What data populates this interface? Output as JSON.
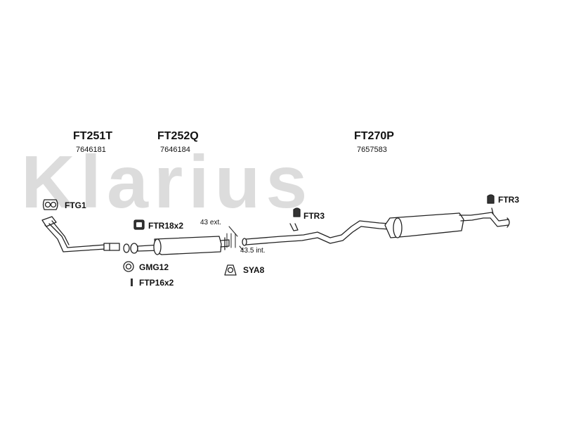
{
  "watermark": "Klarius",
  "parts": [
    {
      "code": "FT251T",
      "number": "7646181"
    },
    {
      "code": "FT252Q",
      "number": "7646184"
    },
    {
      "code": "FT270P",
      "number": "7657583"
    }
  ],
  "labels": {
    "ftg1": "FTG1",
    "ftr18x2": "FTR18x2",
    "gmg12": "GMG12",
    "ftp16x2": "FTP16x2",
    "ftr3_mid": "FTR3",
    "ftr3_right": "FTR3",
    "sya8": "SYA8"
  },
  "dimensions": {
    "ext": "43 ext.",
    "int": "43.5 int."
  }
}
